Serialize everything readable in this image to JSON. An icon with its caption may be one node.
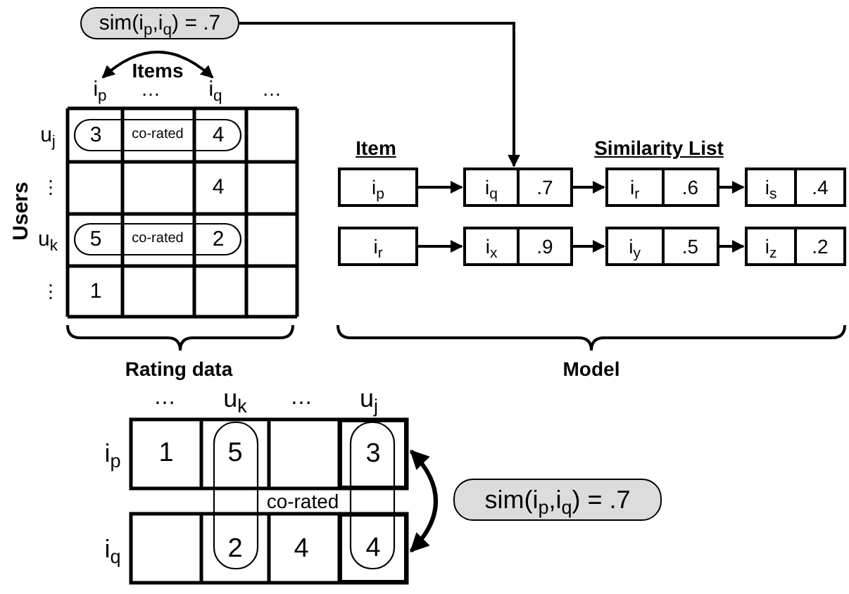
{
  "diagram": {
    "nodes": [
      {
        "text": [
          "sim(i$_{p}$,i$_{q}$) = .7"
        ]
      },
      {
        "text": [
          "i$_{p}$"
        ]
      },
      {
        "text": [
          "i$_{q}$"
        ]
      },
      {
        "text": [
          "i$_{p}$"
        ]
      },
      {
        "text": [
          "i$_{q}$",
          ".7"
        ]
      },
      {
        "text": [
          "i$_{r}$",
          ".6"
        ]
      },
      {
        "text": [
          "i$_{s}$",
          ".4"
        ]
      },
      {
        "text": [
          "i$_{r}$"
        ]
      },
      {
        "text": [
          "i$_{x}$",
          ".9"
        ]
      },
      {
        "text": [
          "i$_{y}$",
          ".5"
        ]
      },
      {
        "text": [
          "i$_{z}$",
          ".2"
        ]
      },
      {
        "text": [
          "3"
        ]
      },
      {
        "text": [
          "4"
        ]
      },
      {
        "text": [
          "sim(i$_{p}$,i$_{q}$) = .7"
        ]
      }
    ],
    "edges": [
      {
        "from": 1,
        "to": 2,
        "arrow": "both",
        "label": "Items"
      },
      {
        "from": 0,
        "to": 4,
        "arrow": "to"
      },
      {
        "from": 3,
        "to": 4,
        "arrow": "to"
      },
      {
        "from": 4,
        "to": 5,
        "arrow": "to"
      },
      {
        "from": 5,
        "to": 6,
        "arrow": "to"
      },
      {
        "from": 7,
        "to": 8,
        "arrow": "to"
      },
      {
        "from": 8,
        "to": 9,
        "arrow": "to"
      },
      {
        "from": 9,
        "to": 10,
        "arrow": "to"
      },
      {
        "from": 11,
        "to": 12,
        "arrow": "both"
      }
    ],
    "labels": [
      "…",
      "…",
      "Users",
      "u$_{j}$",
      "3",
      "co-rated",
      "4",
      "⋮",
      "4",
      "u$_{k}$",
      "5",
      "co-rated",
      "2",
      "⋮",
      "1",
      "Item",
      "Similarity List",
      "Rating data",
      "Model",
      "…",
      "u$_{k}$",
      "…",
      "u$_{j}$",
      "i$_{p}$",
      "1",
      "5",
      "co-rated",
      "i$_{q}$",
      "2",
      "4"
    ]
  }
}
